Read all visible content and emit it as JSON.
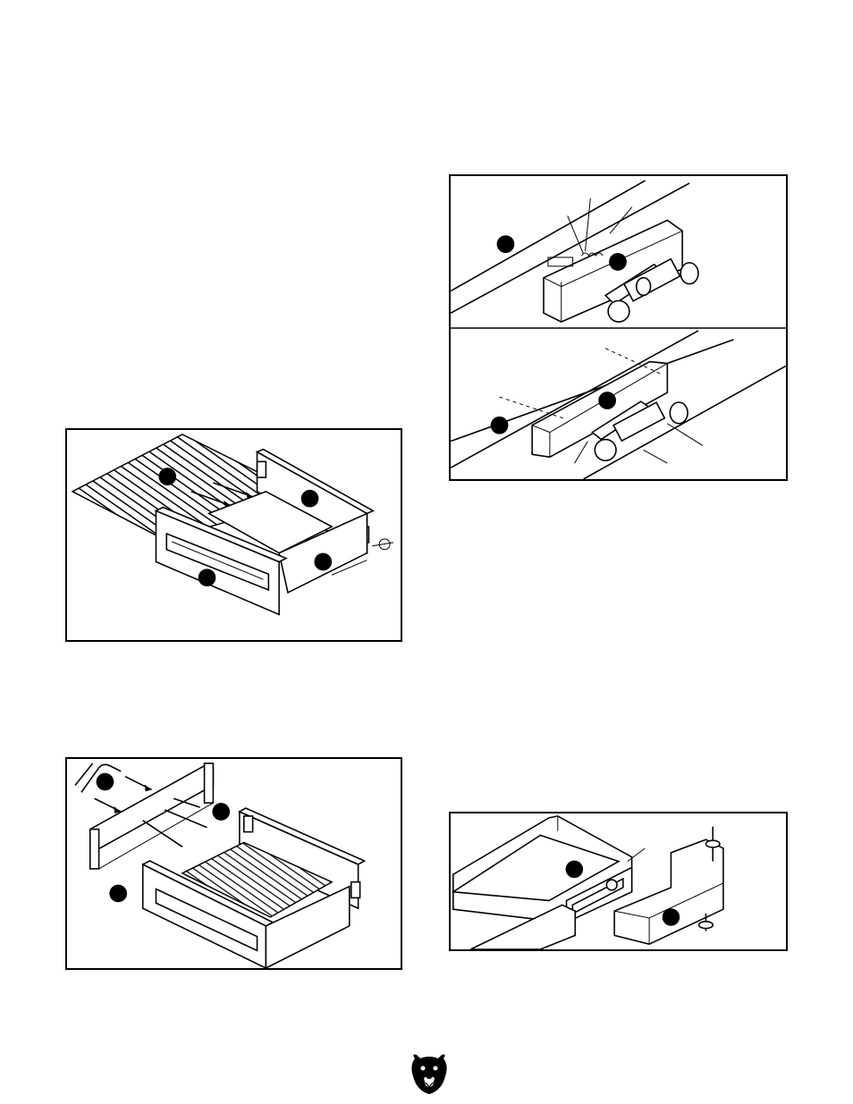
{
  "page": {
    "background": "#ffffff",
    "line_color": "#000000"
  },
  "figures": [
    {
      "id": "drawer-base-assembly",
      "callouts": 4
    },
    {
      "id": "vise-mounting-under-top",
      "callouts": 4
    },
    {
      "id": "drawer-front-handle-assembly",
      "callouts": 3
    },
    {
      "id": "drawer-into-cabinet-vise",
      "callouts": 2
    }
  ],
  "footer": {
    "logo_icon": "bear-head-logo-icon"
  }
}
